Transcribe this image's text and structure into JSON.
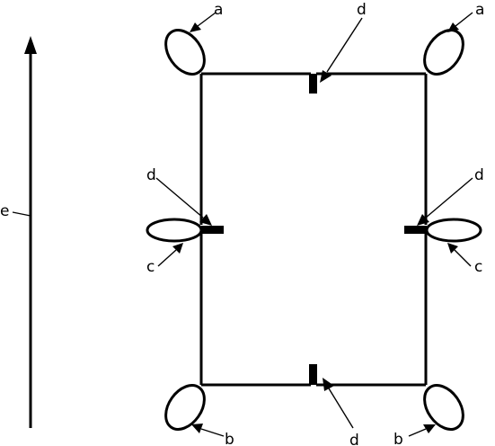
{
  "labels": {
    "a": "a",
    "b": "b",
    "c": "c",
    "d": "d",
    "e": "e"
  }
}
